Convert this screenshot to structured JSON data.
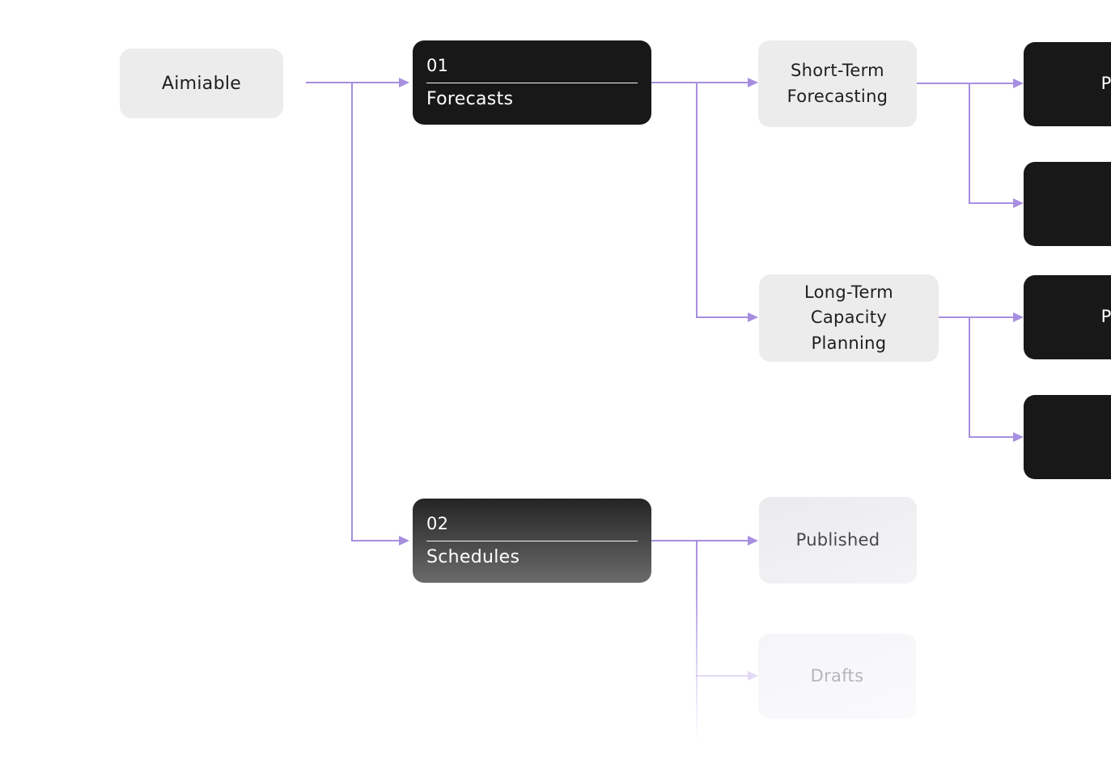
{
  "palette": {
    "canvas_bg": "#ffffff",
    "edge_color": "#a78fe0",
    "dark_node_bg": "#181818",
    "dark_node_text": "#ffffff",
    "light_node_bg": "#ececec",
    "light_node_text": "#1e1e20",
    "published_text": "#48484a",
    "drafts_text": "#b6b4bc",
    "schedules_top": "#242424",
    "schedules_bottom": "#6b6b6b"
  },
  "diagram": {
    "nodes": {
      "root": {
        "label": "Aimiable"
      },
      "forecasts": {
        "number": "01",
        "label": "Forecasts"
      },
      "short_term": {
        "label": "Short-Term\nForecasting"
      },
      "long_term": {
        "label": "Long-Term\nCapacity\nPlanning"
      },
      "schedules": {
        "number": "02",
        "label": "Schedules"
      },
      "published": {
        "label": "Published"
      },
      "drafts": {
        "label": "Drafts"
      },
      "st_child_1": {
        "label": "Published",
        "clipped_at_right_edge": true
      },
      "st_child_2": {
        "label": ""
      },
      "lt_child_1": {
        "label": "Published",
        "clipped_at_right_edge": true
      },
      "lt_child_2": {
        "label": ""
      }
    },
    "edges": [
      {
        "from": "root",
        "to": "forecasts"
      },
      {
        "from": "root",
        "to": "schedules"
      },
      {
        "from": "forecasts",
        "to": "short_term"
      },
      {
        "from": "forecasts",
        "to": "long_term"
      },
      {
        "from": "short_term",
        "to": "st_child_1"
      },
      {
        "from": "short_term",
        "to": "st_child_2"
      },
      {
        "from": "long_term",
        "to": "lt_child_1"
      },
      {
        "from": "long_term",
        "to": "lt_child_2"
      },
      {
        "from": "schedules",
        "to": "published"
      },
      {
        "from": "schedules",
        "to": "drafts",
        "faded": true
      }
    ]
  }
}
